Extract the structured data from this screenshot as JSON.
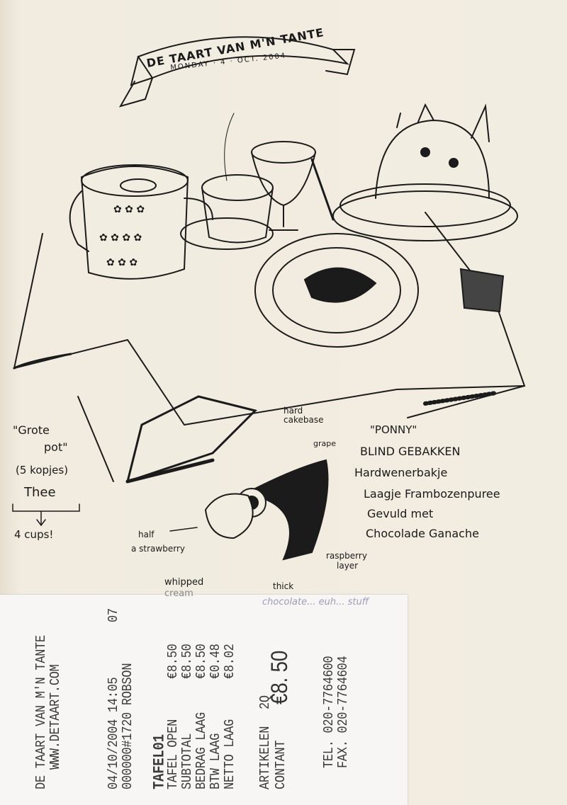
{
  "banner": {
    "title": "DE TAART VAN M'N TANTE",
    "date": "MONDAY · 4 · OCT. 2004"
  },
  "notes": {
    "tea": [
      "\"Grote",
      "pot\"",
      "(5 kopjes)",
      "Thee",
      "4 cups!"
    ],
    "labels": {
      "hard_cakebase": [
        "hard",
        "cakebase"
      ],
      "grape": "grape",
      "half_strawberry": [
        "half",
        "a strawberry"
      ],
      "whipped_cream": [
        "whipped",
        "cream"
      ],
      "thick": "thick",
      "raspberry_layer": [
        "raspberry",
        "layer"
      ],
      "faint": "chocolate... euh... stuff"
    },
    "pastry": [
      "\"PONNY\"",
      "BLIND GEBAKKEN",
      "Hardwenerbakje",
      "Laagje Frambozenpuree",
      "Gevuld met",
      "Chocolade Ganache"
    ]
  },
  "receipt": {
    "shop": "DE TAART VAN M'N TANTE",
    "website": "WWW.DETAART.COM",
    "datetime": "04/10/2004 14:05",
    "register": "07",
    "order": "000000#1720 ROBSON",
    "table": "TAFEL01",
    "items": [
      {
        "label": "TAFEL OPEN",
        "amount": "€8.50"
      },
      {
        "label": "SUBTOTAL",
        "amount": "€8.50"
      },
      {
        "label": "BEDRAG LAAG",
        "amount": "€8.50"
      },
      {
        "label": "BTW LAAG",
        "amount": "€0.48"
      },
      {
        "label": "NETTO LAAG",
        "amount": "€8.02"
      }
    ],
    "articles_label": "ARTIKELEN",
    "articles_count": "2Q",
    "payment_label": "CONTANT",
    "total": "€8. 50",
    "tel": "TEL. 020-7764600",
    "fax": "FAX. 020-7764604"
  }
}
